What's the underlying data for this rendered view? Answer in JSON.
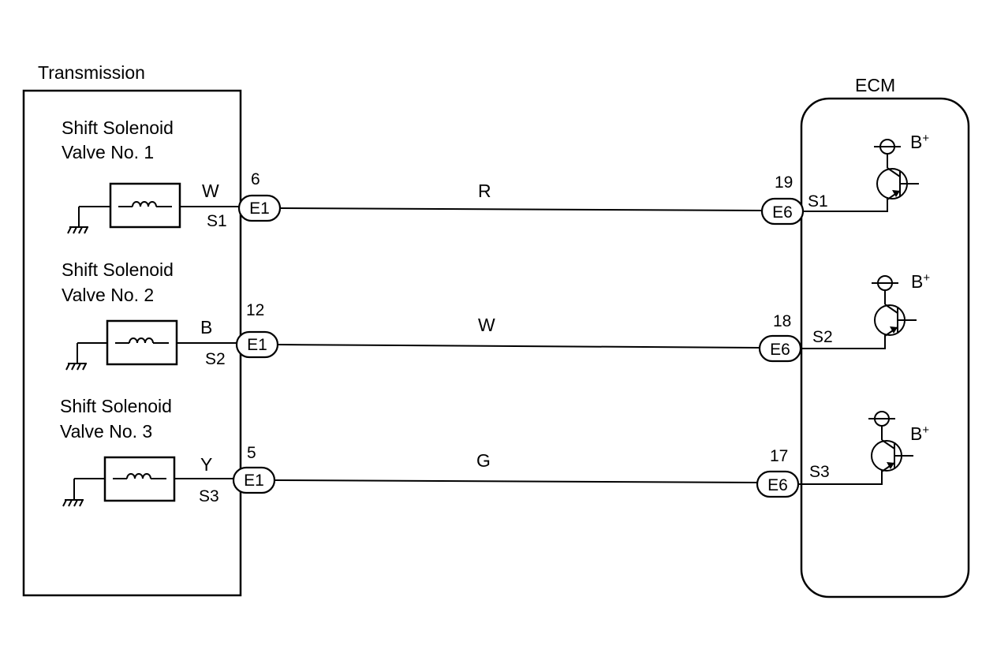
{
  "transmission": {
    "title": "Transmission",
    "solenoids": [
      {
        "name_line1": "Shift Solenoid",
        "name_line2": "Valve No. 1",
        "wire_color": "W",
        "terminal": "S1"
      },
      {
        "name_line1": "Shift Solenoid",
        "name_line2": "Valve No. 2",
        "wire_color": "B",
        "terminal": "S2"
      },
      {
        "name_line1": "Shift Solenoid",
        "name_line2": "Valve No. 3",
        "wire_color": "Y",
        "terminal": "S3"
      }
    ]
  },
  "ecm": {
    "title": "ECM",
    "supply_label": "B+",
    "inputs": [
      {
        "terminal": "S1"
      },
      {
        "terminal": "S2"
      },
      {
        "terminal": "S3"
      }
    ]
  },
  "wires": [
    {
      "from_connector": "E1",
      "from_pin": "6",
      "color": "R",
      "to_connector": "E6",
      "to_pin": "19"
    },
    {
      "from_connector": "E1",
      "from_pin": "12",
      "color": "W",
      "to_connector": "E6",
      "to_pin": "18"
    },
    {
      "from_connector": "E1",
      "from_pin": "5",
      "color": "G",
      "to_connector": "E6",
      "to_pin": "17"
    }
  ]
}
